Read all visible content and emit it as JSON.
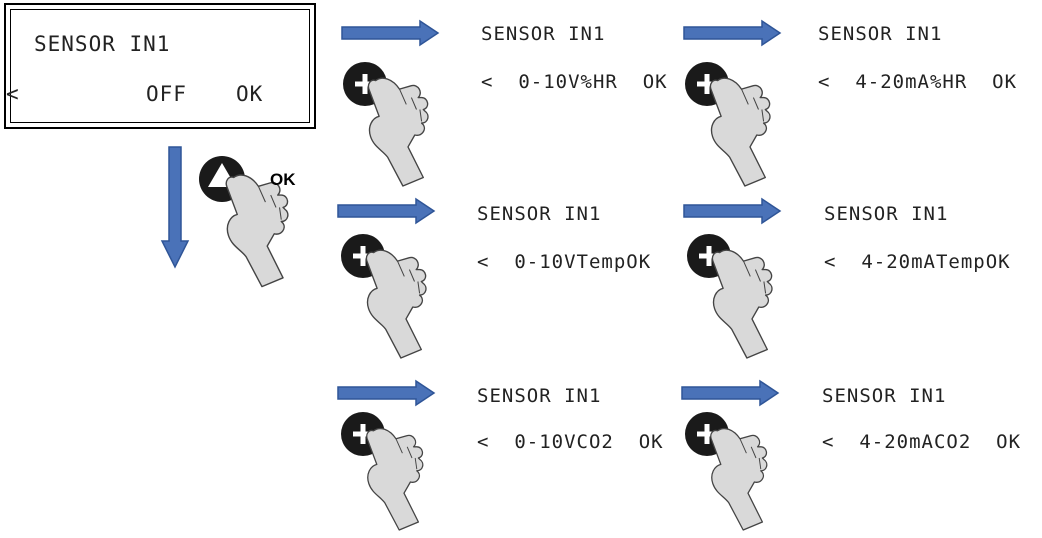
{
  "main_display": {
    "line1": "SENSOR IN1",
    "back": "<",
    "value": "OFF",
    "ok": "OK"
  },
  "ok_button_label": "OK",
  "options": [
    {
      "line1": "SENSOR IN1",
      "line2": "<  0-10V%HR  OK"
    },
    {
      "line1": "SENSOR IN1",
      "line2": "<  4-20mA%HR  OK"
    },
    {
      "line1": "SENSOR IN1",
      "line2": "<  0-10VTempOK"
    },
    {
      "line1": "SENSOR IN1",
      "line2": "<  4-20mATempOK"
    },
    {
      "line1": "SENSOR IN1",
      "line2": "<  0-10VCO2  OK"
    },
    {
      "line1": "SENSOR IN1",
      "line2": "<  4-20mACO2  OK"
    }
  ],
  "colors": {
    "arrow_fill": "#4a72b8",
    "arrow_stroke": "#2f5597",
    "button_fill": "#1a1a1a",
    "hand_fill": "#d9d9d9",
    "hand_stroke": "#444444"
  },
  "icons": [
    "plus-button-icon",
    "up-triangle-button-icon",
    "pointing-hand-icon",
    "right-arrow-icon",
    "down-arrow-icon"
  ]
}
